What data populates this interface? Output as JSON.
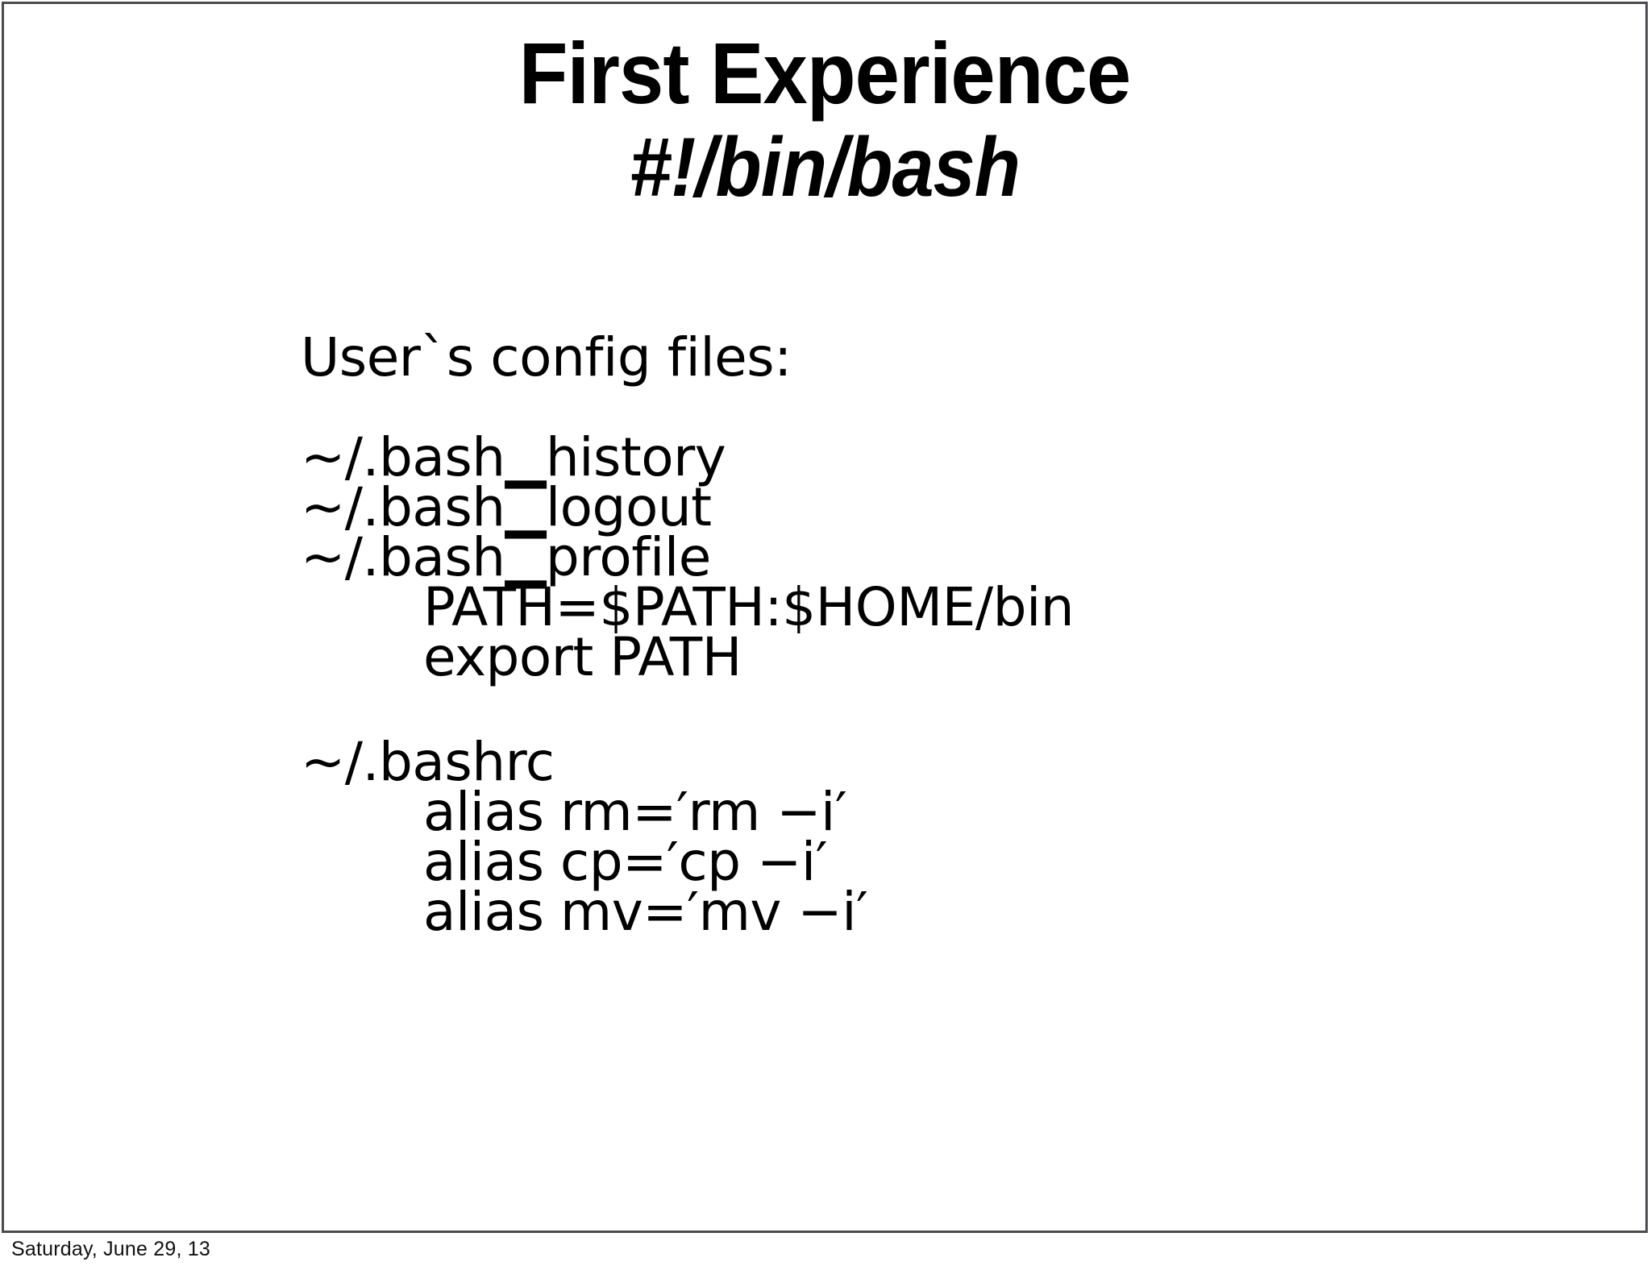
{
  "slide": {
    "title_line1": "First Experience",
    "title_line2": "#!/bin/bash",
    "heading": "User`s config files:",
    "lines": [
      {
        "text": "~/.bash▁history",
        "indent": false
      },
      {
        "text": "~/.bash▁logout",
        "indent": false
      },
      {
        "text": "~/.bash▁profile",
        "indent": false
      },
      {
        "text": "PATH=$PATH:$HOME/bin",
        "indent": true
      },
      {
        "text": "export PATH",
        "indent": true
      }
    ],
    "lines2": [
      {
        "text": "~/.bashrc",
        "indent": false
      },
      {
        "text": "alias rm=′rm −i′",
        "indent": true
      },
      {
        "text": "alias cp=′cp −i′",
        "indent": true
      },
      {
        "text": "alias mv=′mv −i′",
        "indent": true
      }
    ]
  },
  "footer": {
    "date": "Saturday, June 29, 13"
  },
  "colors": {
    "text": "#000000",
    "background": "#ffffff",
    "frame_border": "#4a4a50"
  }
}
